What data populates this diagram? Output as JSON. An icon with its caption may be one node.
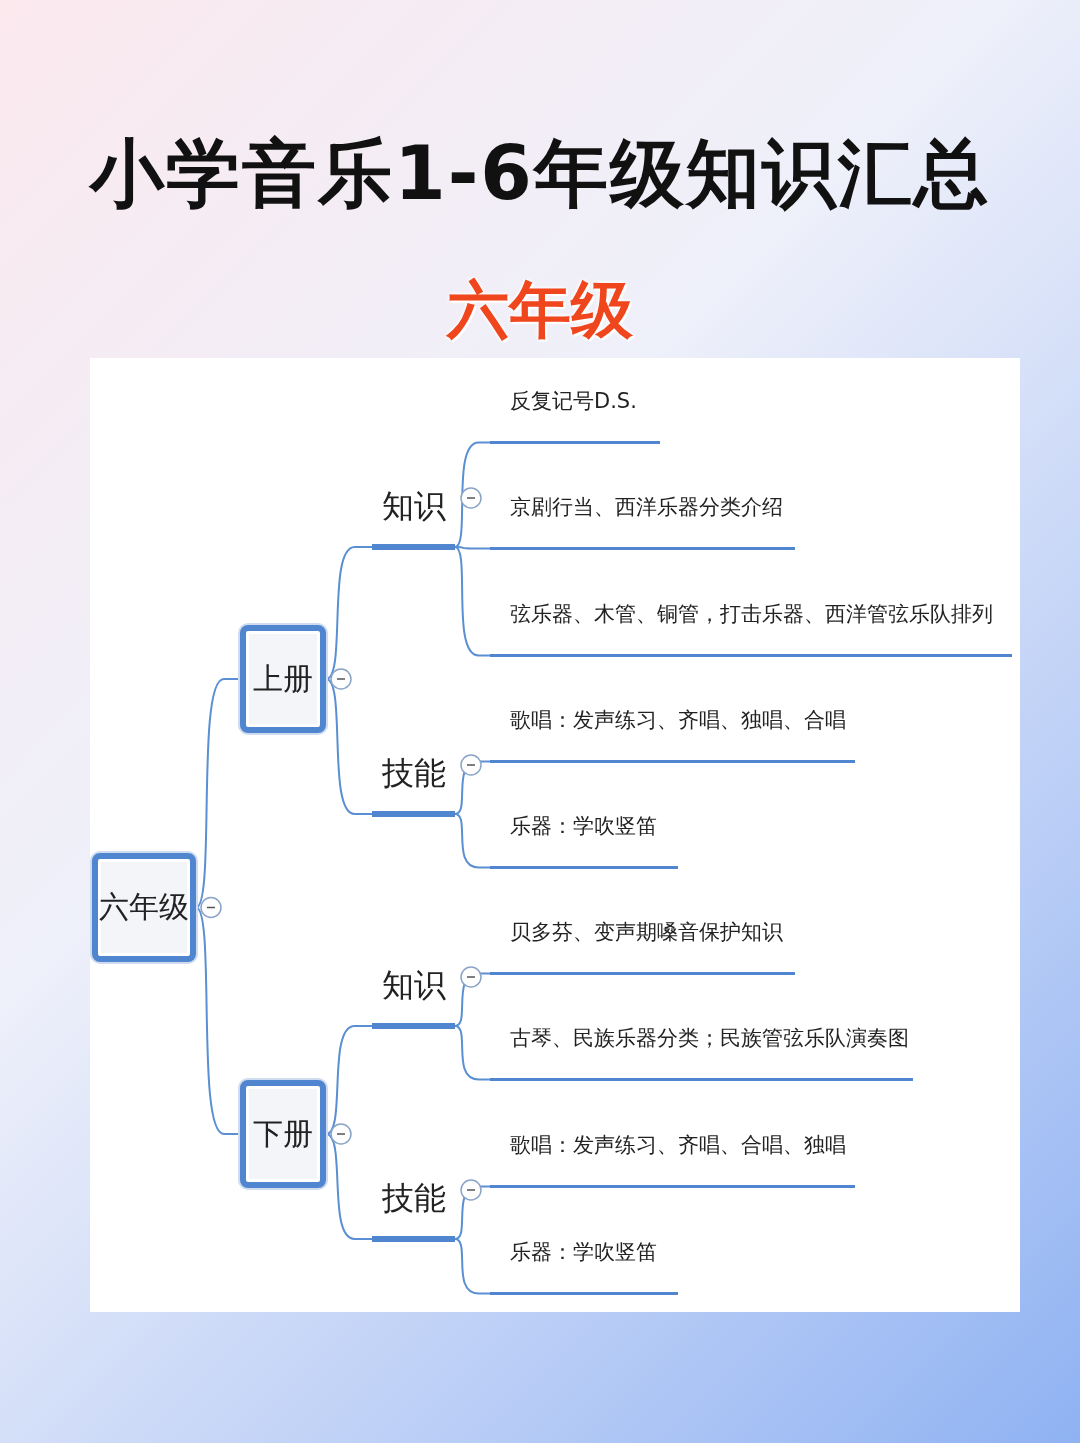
{
  "diagram": {
    "title": "小学音乐1-6年级知识汇总",
    "nodes": [
      {
        "text": [
          "六年级"
        ]
      },
      {
        "text": [
          "上册"
        ]
      },
      {
        "text": [
          "知识"
        ]
      },
      {
        "text": [
          "反复记号D.S."
        ]
      },
      {
        "text": [
          "京剧行当、西洋乐器分类介绍"
        ]
      },
      {
        "text": [
          "弦乐器、木管、铜管，打击乐器、西洋管弦乐队排列"
        ]
      },
      {
        "text": [
          "技能"
        ]
      },
      {
        "text": [
          "歌唱：发声练习、齐唱、独唱、合唱"
        ]
      },
      {
        "text": [
          "乐器：学吹竖笛"
        ]
      },
      {
        "text": [
          "下册"
        ]
      },
      {
        "text": [
          "知识"
        ]
      },
      {
        "text": [
          "贝多芬、变声期嗓音保护知识"
        ]
      },
      {
        "text": [
          "古琴、民族乐器分类；民族管弦乐队演奏图"
        ]
      },
      {
        "text": [
          "技能"
        ]
      },
      {
        "text": [
          "歌唱：发声练习、齐唱、合唱、独唱"
        ]
      },
      {
        "text": [
          "乐器：学吹竖笛"
        ]
      }
    ],
    "edges": [
      {
        "from": 0,
        "to": 1,
        "arrow": "none"
      },
      {
        "from": 0,
        "to": 9,
        "arrow": "none"
      },
      {
        "from": 1,
        "to": 2,
        "arrow": "none"
      },
      {
        "from": 1,
        "to": 6,
        "arrow": "none"
      },
      {
        "from": 2,
        "to": 3,
        "arrow": "none"
      },
      {
        "from": 2,
        "to": 4,
        "arrow": "none"
      },
      {
        "from": 2,
        "to": 5,
        "arrow": "none"
      },
      {
        "from": 6,
        "to": 7,
        "arrow": "none"
      },
      {
        "from": 6,
        "to": 8,
        "arrow": "none"
      },
      {
        "from": 9,
        "to": 10,
        "arrow": "none"
      },
      {
        "from": 9,
        "to": 13,
        "arrow": "none"
      },
      {
        "from": 10,
        "to": 11,
        "arrow": "none"
      },
      {
        "from": 10,
        "to": 12,
        "arrow": "none"
      },
      {
        "from": 13,
        "to": 14,
        "arrow": "none"
      },
      {
        "from": 13,
        "to": 15,
        "arrow": "none"
      }
    ],
    "labels": [
      "六年级"
    ]
  }
}
